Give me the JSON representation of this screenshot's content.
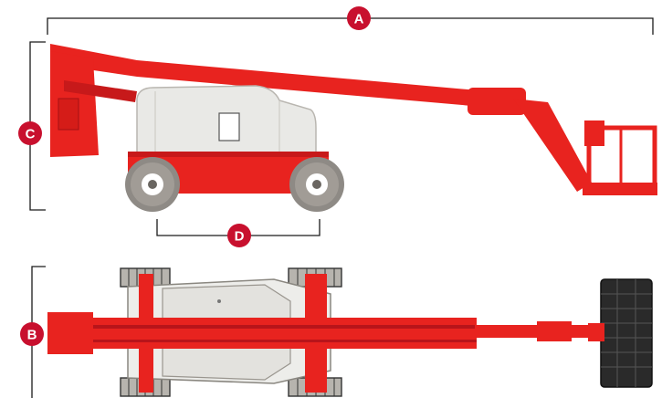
{
  "colors": {
    "body_red": "#e8231f",
    "dark_red": "#b8141a",
    "badge_red": "#c8102e",
    "chassis_gray": "#e9e9e6",
    "tire_gray": "#8e8a85",
    "line_black": "#1a1a1a"
  },
  "dimensions": {
    "a": {
      "label": "A"
    },
    "b": {
      "label": "B"
    },
    "c": {
      "label": "C"
    },
    "d": {
      "label": "D"
    }
  },
  "views": {
    "side": {
      "icon": "boom-lift-side-view-icon"
    },
    "top": {
      "icon": "boom-lift-top-view-icon"
    }
  }
}
